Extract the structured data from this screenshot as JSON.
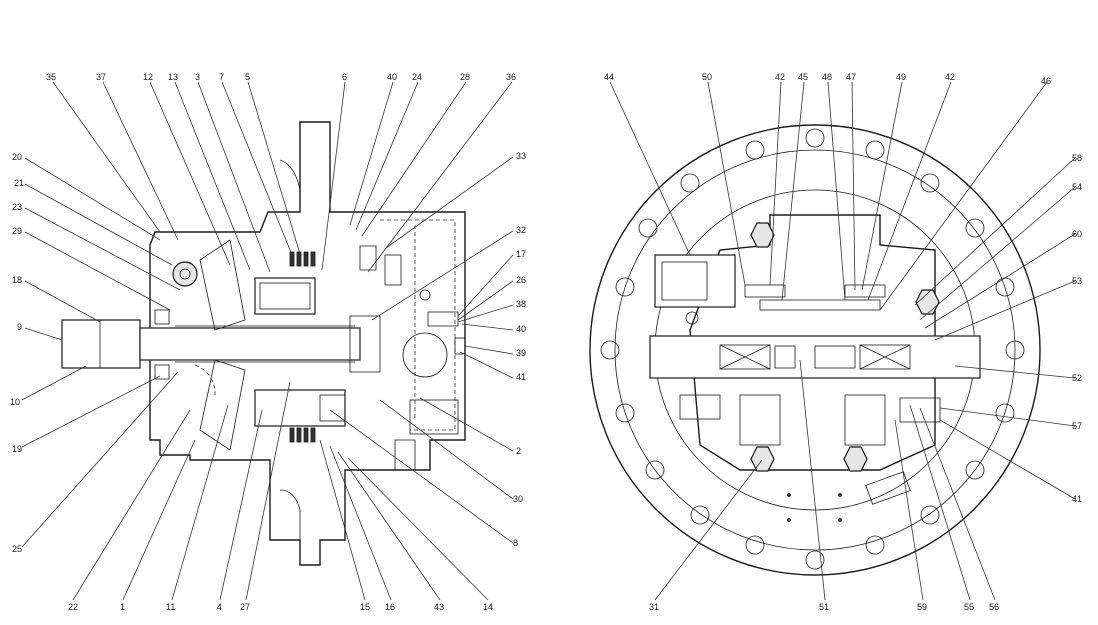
{
  "left_view": {
    "callouts": [
      "35",
      "37",
      "12",
      "13",
      "3",
      "7",
      "5",
      "6",
      "40",
      "24",
      "28",
      "36",
      "20",
      "21",
      "23",
      "29",
      "18",
      "9",
      "10",
      "19",
      "25",
      "33",
      "32",
      "17",
      "26",
      "38",
      "40",
      "39",
      "41",
      "2",
      "30",
      "8",
      "22",
      "1",
      "11",
      "4",
      "27",
      "15",
      "16",
      "43",
      "14"
    ]
  },
  "right_view": {
    "callouts": [
      "44",
      "50",
      "42",
      "45",
      "48",
      "47",
      "49",
      "42",
      "46",
      "58",
      "54",
      "60",
      "53",
      "52",
      "57",
      "41",
      "31",
      "51",
      "59",
      "55",
      "56"
    ]
  }
}
